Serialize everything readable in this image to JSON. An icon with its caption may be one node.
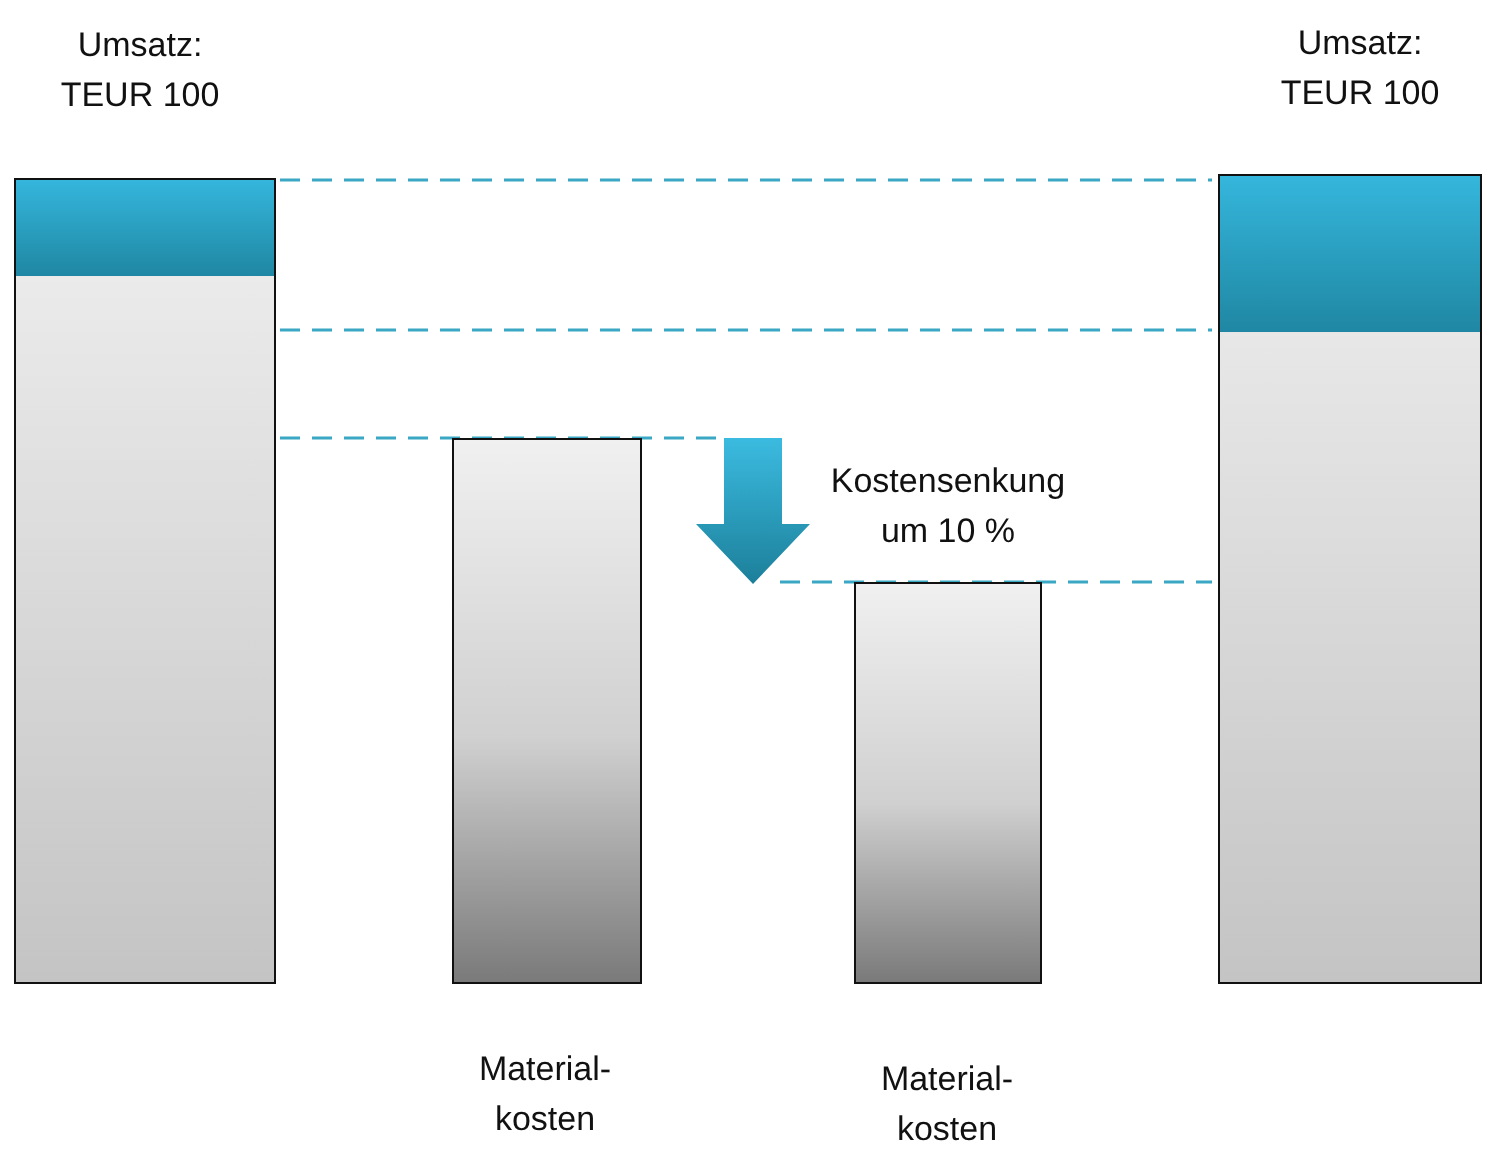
{
  "diagram": {
    "nodes": [
      {
        "text": [
          "Umsatz: TEUR 100"
        ]
      },
      {
        "text": [
          "Material- kosten"
        ]
      },
      {
        "text": [
          "Material- kosten"
        ]
      },
      {
        "text": [
          "Umsatz: TEUR 100"
        ]
      },
      {
        "text": [],
        "shape": "bar",
        "in": 0
      },
      {
        "text": [],
        "shape": "bar",
        "in": 3
      }
    ],
    "labels": [
      "Kostensenkung um 10 %"
    ]
  }
}
